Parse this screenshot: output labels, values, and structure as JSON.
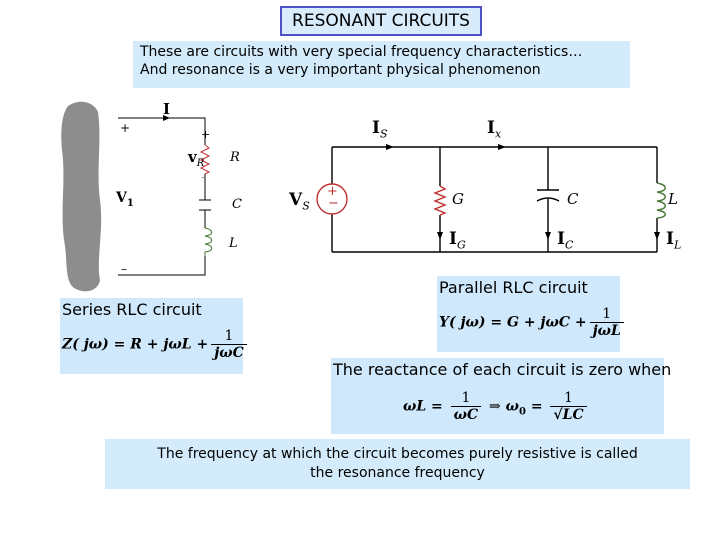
{
  "title": "RESONANT CIRCUITS",
  "intro": {
    "line1": "These are circuits with very special frequency characteristics…",
    "line2": "And resonance is a very important physical phenomenon"
  },
  "series_circuit": {
    "current": "I",
    "plus_top": "+",
    "source": "V",
    "source_sub": "1",
    "minus": "–",
    "vr": "v",
    "vr_sub": "R",
    "vr_plus": "+",
    "vr_minus": "–",
    "r": "R",
    "c": "C",
    "l": "L"
  },
  "series_box": {
    "heading": "Series RLC circuit",
    "lhs": "Z( jω) = R + jωL +",
    "num": "1",
    "den": "jωC"
  },
  "parallel_circuit": {
    "is_label": "I",
    "is_sub": "S",
    "ix_label": "I",
    "ix_sub": "x",
    "vs_label": "V",
    "vs_sub": "S",
    "g": "G",
    "c": "C",
    "l": "L",
    "ig": "I",
    "ig_sub": "G",
    "ic": "I",
    "ic_sub": "C",
    "il": "I",
    "il_sub": "L",
    "src_plus": "+",
    "src_minus": "−"
  },
  "parallel_box": {
    "heading": "Parallel RLC circuit",
    "lhs": "Y( jω) = G + jωC +",
    "num": "1",
    "den": "jωL"
  },
  "reactance_box": {
    "heading": "The reactance of each circuit is zero when",
    "lhs": "ωL =",
    "num1": "1",
    "den1": "ωC",
    "arrow": "⇒",
    "mid": "ω",
    "mid_sub": "0",
    "eq": "=",
    "num2": "1",
    "den2": "√LC"
  },
  "bottom": {
    "line1": "The frequency at which the circuit becomes purely resistive is  called",
    "line2": "the resonance frequency"
  }
}
